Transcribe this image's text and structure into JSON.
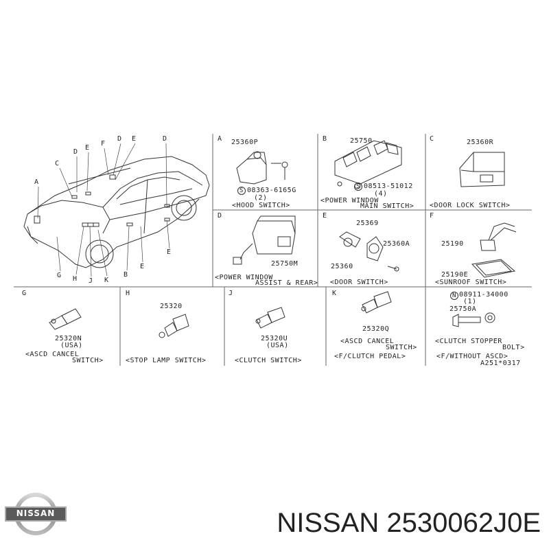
{
  "car_letters": [
    "A",
    "C",
    "D",
    "E",
    "F",
    "D",
    "E",
    "D",
    "G",
    "H",
    "J",
    "K",
    "B",
    "E",
    "E"
  ],
  "panels": {
    "A": {
      "letter": "A",
      "part": "25360P",
      "screw": "08363-6165G",
      "qty": "(2)",
      "caption": "<HOOD SWITCH>",
      "screw_prefix": "S"
    },
    "B": {
      "letter": "B",
      "part": "25750",
      "screw": "08513-51012",
      "qty": "(4)",
      "caption1": "<POWER WINDOW",
      "caption2": "MAIN SWITCH>",
      "screw_prefix": "S"
    },
    "C": {
      "letter": "C",
      "part": "25360R",
      "caption": "<DOOR LOCK SWITCH>"
    },
    "D": {
      "letter": "D",
      "part": "25750M",
      "caption1": "<POWER WINDOW",
      "caption2": "ASSIST & REAR>"
    },
    "E": {
      "letter": "E",
      "part1": "25369",
      "part2": "25360A",
      "part3": "25360",
      "caption": "<DOOR SWITCH>"
    },
    "F": {
      "letter": "F",
      "part1": "25190",
      "part2": "25190E",
      "caption": "<SUNROOF SWITCH>"
    },
    "G": {
      "letter": "G",
      "part": "25320N",
      "sub": "(USA)",
      "caption1": "<ASCD CANCEL",
      "caption2": "SWITCH>"
    },
    "H": {
      "letter": "H",
      "part": "25320",
      "caption": "<STOP LAMP SWITCH>"
    },
    "J": {
      "letter": "J",
      "part": "25320U",
      "sub": "(USA)",
      "caption": "<CLUTCH SWITCH>"
    },
    "K": {
      "letter": "K",
      "part": "25320Q",
      "caption1": "<ASCD CANCEL",
      "caption2": "SWITCH>",
      "caption3": "<F/CLUTCH PEDAL>"
    },
    "L": {
      "bolt": "08911-34000",
      "qty": "(1)",
      "part": "25750A",
      "caption1": "<CLUTCH STOPPER",
      "caption2": "BOLT>",
      "caption3": "<F/WITHOUT ASCD>",
      "bolt_prefix": "N"
    }
  },
  "ref_code": "A251*0317",
  "brand": "NISSAN",
  "part_number": "NISSAN 2530062J0E"
}
